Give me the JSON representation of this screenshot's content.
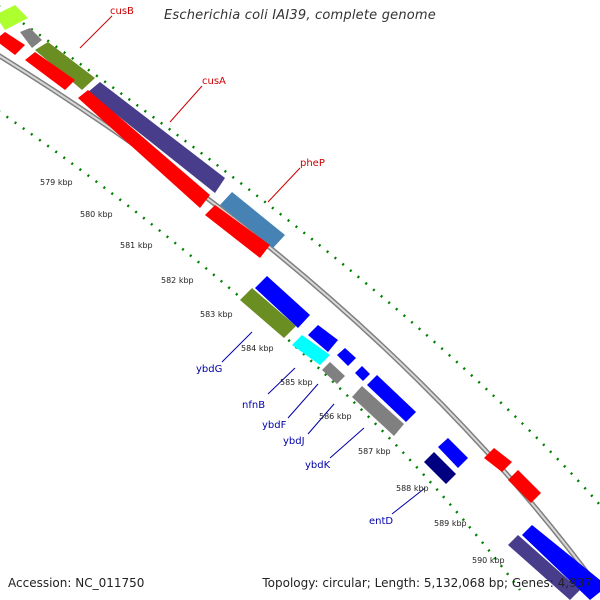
{
  "title": "Escherichia coli IAI39, complete genome",
  "footer": {
    "accession": "Accession: NC_011750",
    "summary": "Topology: circular; Length: 5,132,068 bp; Genes: 4,937"
  },
  "kbp_labels": [
    "579 kbp",
    "580 kbp",
    "581 kbp",
    "582 kbp",
    "583 kbp",
    "584 kbp",
    "585 kbp",
    "586 kbp",
    "587 kbp",
    "588 kbp",
    "589 kbp",
    "590 kbp"
  ],
  "gene_labels": {
    "cusB": "cusB",
    "cusA": "cusA",
    "pheP": "pheP",
    "ybdG": "ybdG",
    "nfnB": "nfnB",
    "ybdF": "ybdF",
    "ybdJ": "ybdJ",
    "ybdK": "ybdK",
    "entD": "entD"
  },
  "colors": {
    "red": "#ff0000",
    "blue": "#0000ff",
    "navy": "#000080",
    "olive": "#6b8e23",
    "slate": "#483d8b",
    "steel": "#4682b4",
    "cyan": "#00ffff",
    "gray": "#808080",
    "lime": "#adff2f",
    "tick_green": "#008000",
    "backbone": "#a0a0a0",
    "label_red": "#cc0000",
    "label_blue": "#0000aa"
  }
}
